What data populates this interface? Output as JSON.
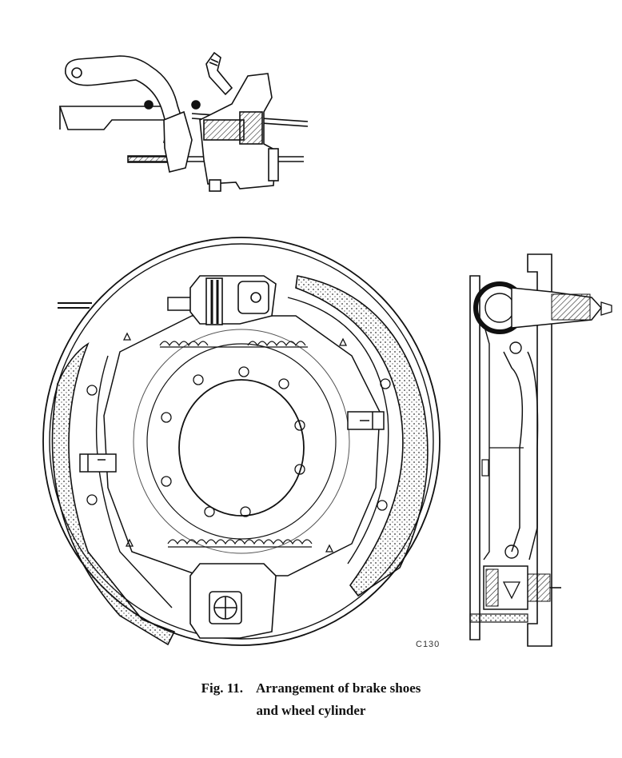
{
  "figure": {
    "reference_code": "C130",
    "caption_number": "Fig. 11.",
    "caption_line1": "Arrangement of brake shoes",
    "caption_line2": "and wheel cylinder"
  }
}
